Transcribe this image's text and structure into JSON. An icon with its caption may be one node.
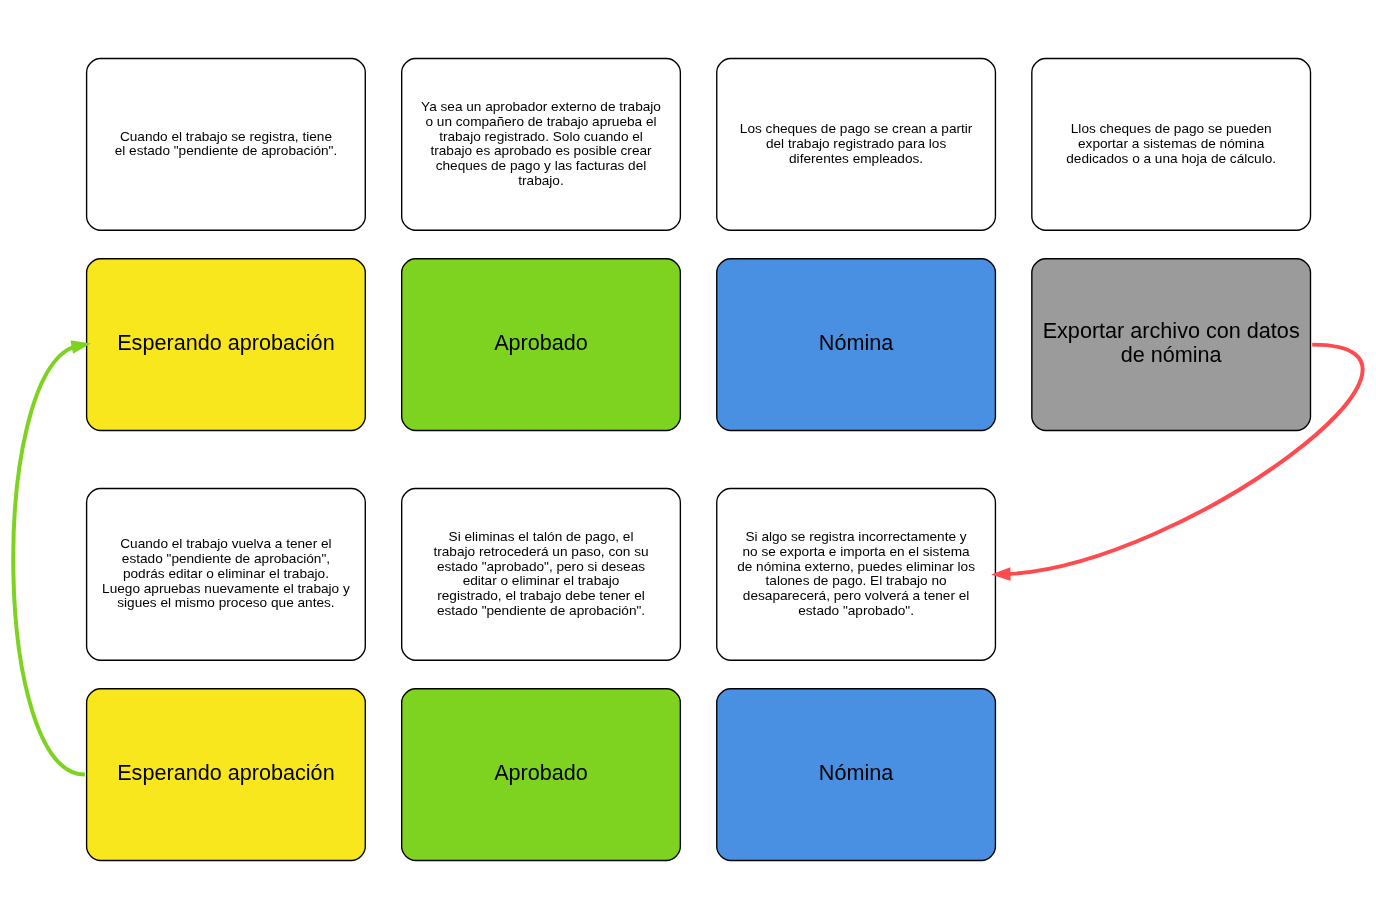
{
  "diagram": {
    "nodes": [
      {
        "text": [
          "Cuando el trabajo se registra, tiene el estado \"pendiente de aprobación\"."
        ]
      },
      {
        "text": [
          "Ya sea un aprobador externo de trabajo o un compañero de trabajo aprueba el trabajo registrado. Solo cuando el trabajo es aprobado es posible crear cheques de pago y las facturas del trabajo."
        ]
      },
      {
        "text": [
          "Los cheques de pago se crean a partir del trabajo registrado para los diferentes empleados."
        ]
      },
      {
        "text": [
          "Llos cheques de pago se pueden exportar a sistemas de nómina dedicados o a una hoja de cálculo."
        ]
      },
      {
        "text": [
          "Esperando aprobación"
        ]
      },
      {
        "text": [
          "Aprobado"
        ]
      },
      {
        "text": [
          "Nómina"
        ]
      },
      {
        "text": [
          "Exportar archivo con datos de nómina"
        ]
      },
      {
        "text": [
          "Cuando el trabajo vuelva a tener el estado \"pendiente de aprobación\", podrás editar o eliminar el trabajo. Luego apruebas nuevamente el trabajo y sigues el mismo proceso que antes."
        ]
      },
      {
        "text": [
          "Si eliminas el talón de pago, el trabajo retrocederá un paso, con su estado \"aprobado\", pero si deseas editar o eliminar el trabajo registrado, el trabajo debe tener el estado \"pendiente de aprobación\"."
        ]
      },
      {
        "text": [
          "Si algo se registra incorrectamente y no se exporta e importa en el sistema de nómina externo, puedes eliminar los talones de pago. El trabajo no desaparecerá, pero volverá a tener el estado \"aprobado\"."
        ]
      },
      {
        "text": [
          "Esperando aprobación"
        ]
      },
      {
        "text": [
          "Aprobado"
        ]
      },
      {
        "text": [
          "Nómina"
        ]
      }
    ],
    "edges": [
      {
        "from": 7,
        "to": 10,
        "arrow": "to",
        "color": "#ff4a4f"
      },
      {
        "from": 11,
        "to": 4,
        "arrow": "to",
        "color": "#7ed321"
      }
    ]
  }
}
